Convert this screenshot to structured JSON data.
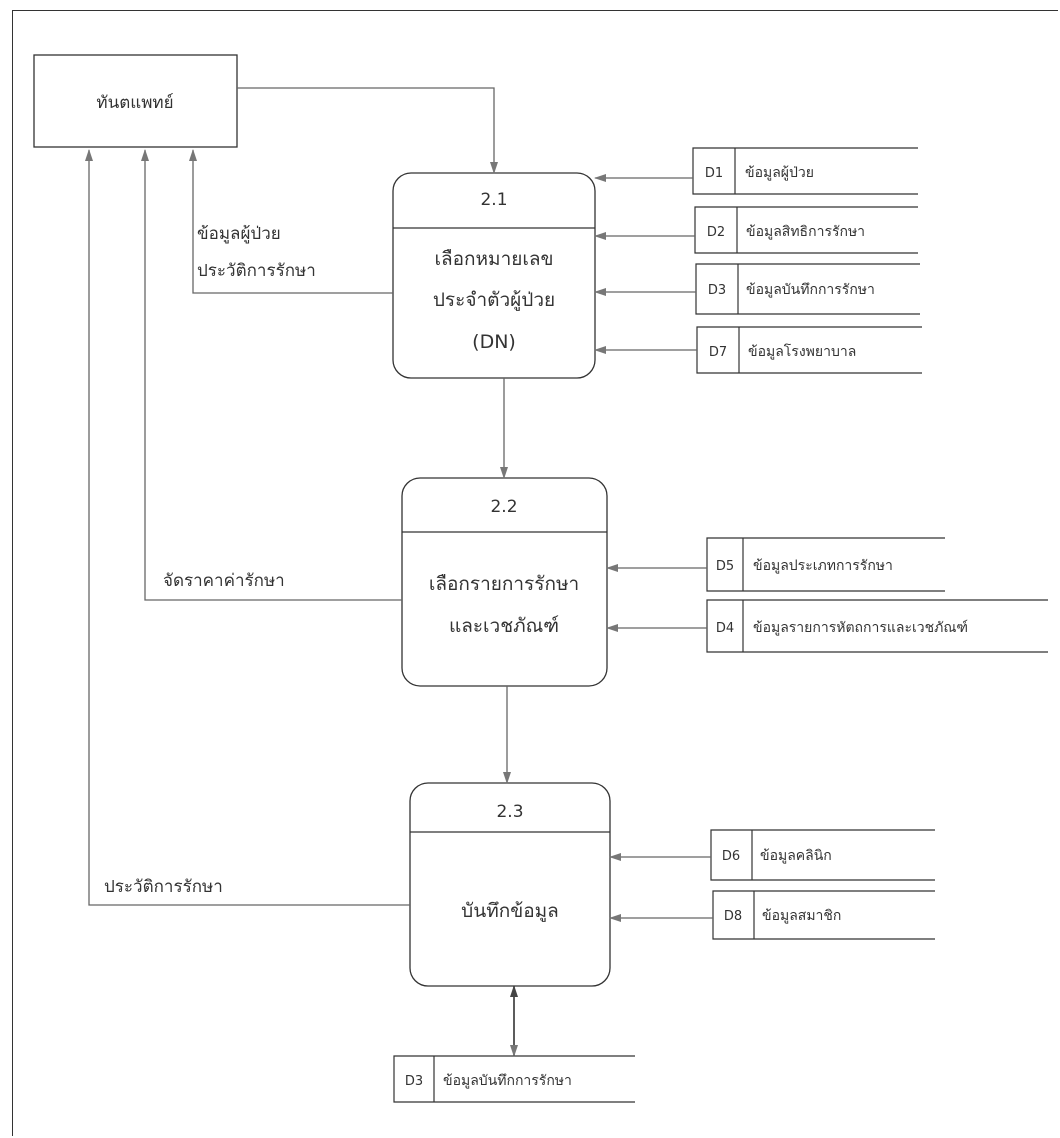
{
  "entity": {
    "label": "ทันตแพทย์"
  },
  "processes": [
    {
      "id": "2.1",
      "lines": [
        "เลือกหมายเลข",
        "ประจำตัวผู้ป่วย",
        "(DN)"
      ]
    },
    {
      "id": "2.2",
      "lines": [
        "เลือกรายการรักษา",
        "และเวชภัณฑ์"
      ]
    },
    {
      "id": "2.3",
      "lines": [
        "บันทึกข้อมูล"
      ]
    }
  ],
  "stores": [
    {
      "id": "D1",
      "label": "ข้อมูลผู้ป่วย"
    },
    {
      "id": "D2",
      "label": "ข้อมูลสิทธิการรักษา"
    },
    {
      "id": "D3",
      "label": "ข้อมูลบันทึกการรักษา"
    },
    {
      "id": "D7",
      "label": "ข้อมูลโรงพยาบาล"
    },
    {
      "id": "D5",
      "label": "ข้อมูลประเภทการรักษา"
    },
    {
      "id": "D4",
      "label": "ข้อมูลรายการหัตถการและเวชภัณฑ์"
    },
    {
      "id": "D6",
      "label": "ข้อมูลคลินิก"
    },
    {
      "id": "D8",
      "label": "ข้อมูลสมาชิก"
    },
    {
      "id": "D3",
      "label": "ข้อมูลบันทึกการรักษา"
    }
  ],
  "flows": {
    "patient_info": "ข้อมูลผู้ป่วย",
    "treatment_history": "ประวัติการรักษา",
    "treatment_fee": "จัดราคาค่ารักษา",
    "treatment_history_2": "ประวัติการรักษา"
  }
}
